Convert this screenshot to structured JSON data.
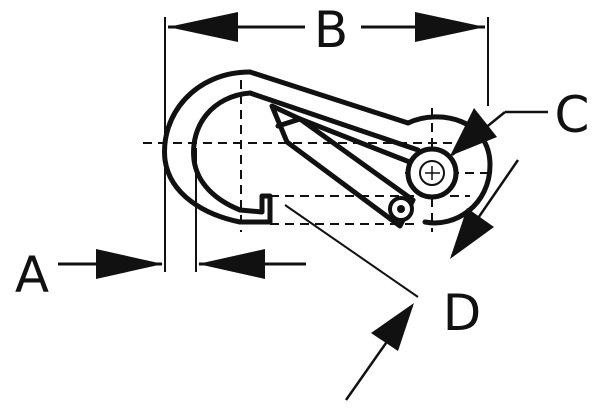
{
  "diagram": {
    "labels": {
      "a": "A",
      "b": "B",
      "c": "C",
      "d": "D"
    },
    "colors": {
      "ink": "#111111",
      "paper": "#ffffff"
    }
  }
}
